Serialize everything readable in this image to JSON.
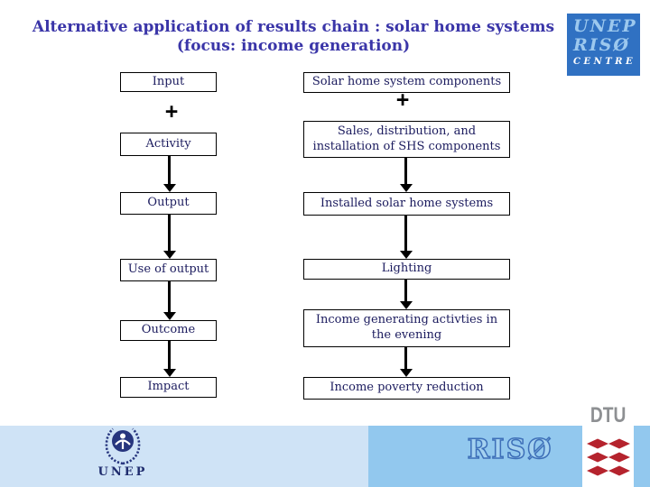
{
  "slide_title": {
    "line1": "Alternative application of results chain : solar home systems",
    "line2": "(focus: income generation)"
  },
  "logos": {
    "unep_riso_centre": {
      "line1": "UNEP",
      "line2": "RISØ",
      "line3": "CENTRE"
    },
    "unep_footer_label": "UNEP",
    "riso_wordmark": "RISØ",
    "dtu_label": "DTU"
  },
  "diagram": {
    "plus": "+",
    "left_column": [
      "Input",
      "Activity",
      "Output",
      "Use of output",
      "Outcome",
      "Impact"
    ],
    "right_column": [
      "Solar home system components",
      "Sales, distribution, and installation of SHS components",
      "Installed solar home systems",
      "Lighting",
      "Income generating activties in the evening",
      "Income poverty reduction"
    ]
  },
  "colors": {
    "title_text": "#3A35A8",
    "box_text": "#1B1B5E",
    "box_border": "#000000",
    "arrow": "#000000",
    "unep_riso_logo_bg": "#3071C2",
    "unep_riso_logo_text": "#9CC8EE",
    "unep_riso_logo_centre_text": "#FFFFFF",
    "footer_band_light": "#CFE3F6",
    "footer_band_dark": "#92C8EE",
    "unep_emblem_blue": "#26357E",
    "riso_outline_blue": "#3D6FB8",
    "dtu_gray": "#8E9093",
    "dtu_red": "#B5232D"
  }
}
